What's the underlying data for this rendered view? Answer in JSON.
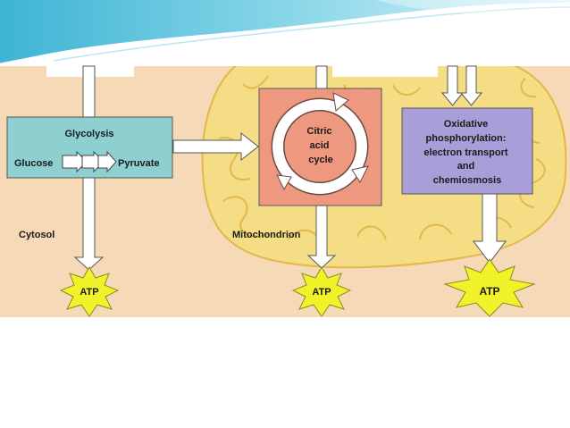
{
  "diagram": {
    "glycolysis": {
      "title": "Glycolysis",
      "input": "Glucose",
      "output": "Pyruvate"
    },
    "citric_acid_cycle": {
      "lines": [
        "Citric",
        "acid",
        "cycle"
      ]
    },
    "oxidative_phosphorylation": {
      "lines": [
        "Oxidative",
        "phosphorylation:",
        "electron transport",
        "and",
        "chemiosmosis"
      ]
    },
    "region_labels": {
      "cytosol": "Cytosol",
      "mitochondrion": "Mitochondrion"
    },
    "atp_labels": [
      "ATP",
      "ATP",
      "ATP"
    ]
  },
  "colors": {
    "cytosol_background": "#f6d9b6",
    "mitochondrion_fill": "#f5dd86",
    "mitochondrion_edge": "#e2b84a",
    "glycolysis_box": "#8ecfcf",
    "citric_box": "#ef9880",
    "oxphos_box": "#aa9ed8",
    "atp_burst": "#f2f22a",
    "header_teal": "#6fcbe0"
  }
}
